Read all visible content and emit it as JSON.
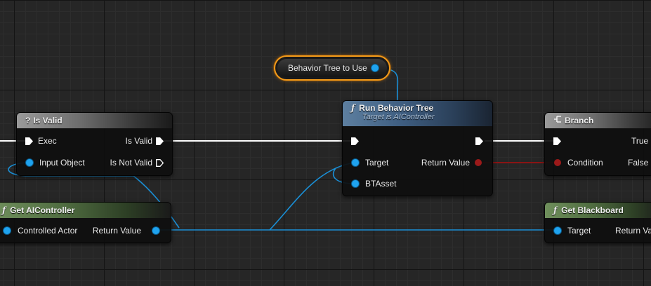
{
  "graph": {
    "variable_node": {
      "label": "Behavior Tree to Use"
    },
    "is_valid": {
      "title": "Is Valid",
      "icon": "question-icon",
      "pins": {
        "exec": "Exec",
        "input_object": "Input Object",
        "is_valid": "Is Valid",
        "is_not_valid": "Is Not Valid"
      }
    },
    "run_behavior_tree": {
      "title": "Run Behavior Tree",
      "subtitle": "Target is AIController",
      "icon": "function-icon",
      "pins": {
        "target": "Target",
        "bt_asset": "BTAsset",
        "return_value": "Return Value"
      }
    },
    "branch": {
      "title": "Branch",
      "icon": "branch-icon",
      "pins": {
        "condition": "Condition",
        "true": "True",
        "false": "False"
      }
    },
    "get_ai_controller": {
      "title": "Get AIController",
      "icon": "function-icon",
      "pins": {
        "controlled_actor": "Controlled Actor",
        "return_value": "Return Value"
      }
    },
    "get_blackboard": {
      "title": "Get Blackboard",
      "icon": "function-icon",
      "pins": {
        "target": "Target",
        "return_value": "Return Va"
      }
    }
  },
  "colors": {
    "object_pin": "#1fa3ef",
    "boolean_pin": "#9c1a1a",
    "exec_wire": "#ffffff",
    "variable_highlight": "#f29a1a",
    "graph_background": "#262626"
  }
}
